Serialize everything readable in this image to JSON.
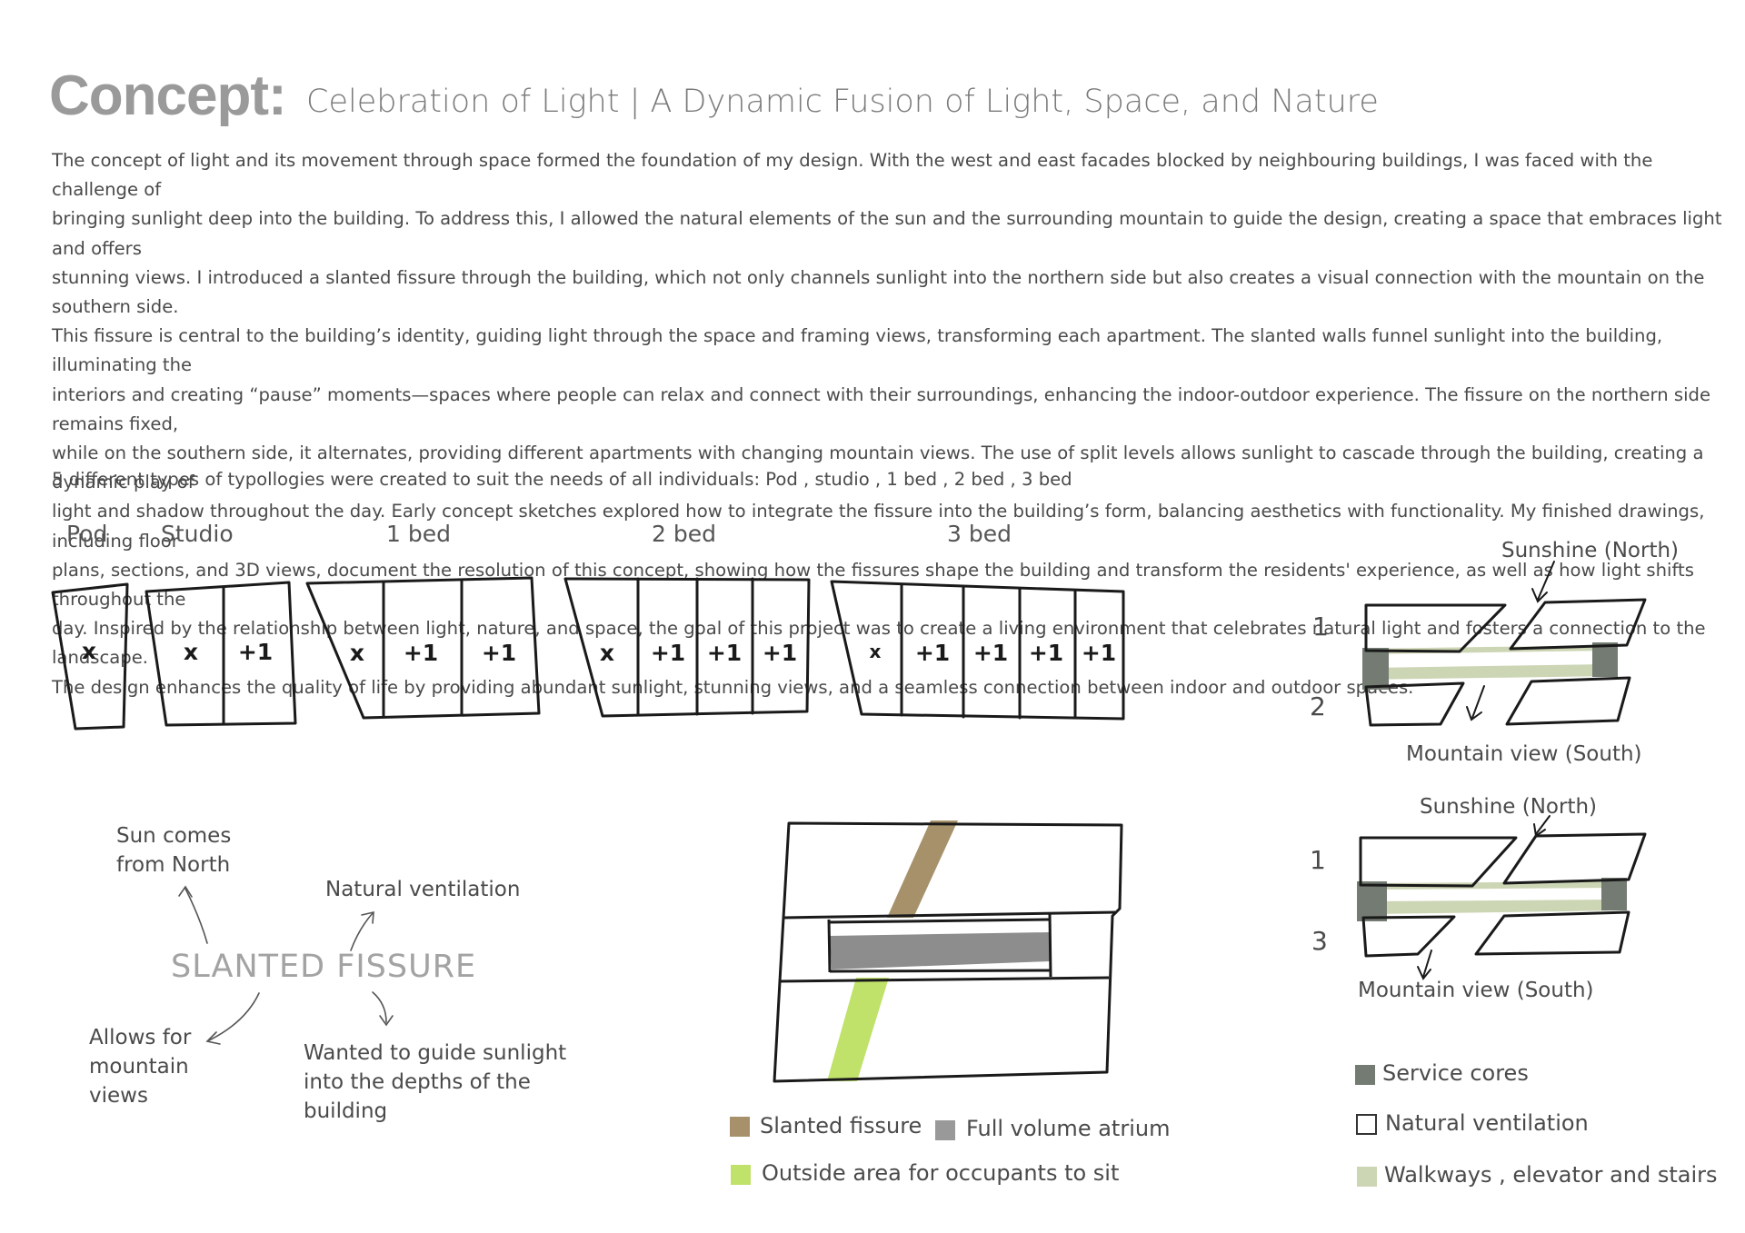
{
  "title": {
    "word": "Concept:",
    "subtitle": "Celebration of Light | A Dynamic Fusion of Light, Space, and Nature"
  },
  "body_lines": [
    "The concept of light and its movement through space formed the foundation of my design. With the west and east facades blocked by neighbouring buildings, I was faced with the challenge of",
    "bringing sunlight deep into the building. To address this, I allowed the natural elements of the sun and the surrounding mountain to guide the design, creating a space that embraces light and offers",
    "stunning views. I introduced a slanted fissure through the building, which not only channels sunlight into the northern side but also creates a visual connection with the mountain on the southern side.",
    "This fissure is central to the building’s identity, guiding light through the space and framing views, transforming each apartment. The slanted walls funnel sunlight into the building, illuminating the",
    "interiors and creating “pause” moments—spaces where people can relax and connect with their surroundings, enhancing the indoor-outdoor experience. The fissure on the northern side remains fixed,",
    "while on the southern side, it alternates, providing different apartments with changing mountain views. The use of split levels allows sunlight to cascade through the building, creating a dynamic play of",
    "light and shadow throughout the day. Early concept sketches explored how to integrate the fissure into the building’s form, balancing aesthetics with functionality. My finished drawings, including floor",
    "plans, sections, and 3D views, document the resolution of this concept, showing how the fissures shape the building and transform the residents' experience, as well as how light shifts throughout the",
    "day. Inspired by the relationship between light, nature, and space, the goal of this project was to create a living environment that celebrates natural light and fosters a connection to the landscape.",
    "The design enhances the quality of life by providing abundant sunlight, stunning views, and a seamless connection between indoor and outdoor spaces."
  ],
  "types_text": "5 different types of typollogies were created to suit the needs of all individuals: Pod ,  studio , 1 bed , 2 bed , 3 bed",
  "typologies": [
    {
      "name": "Pod",
      "cells": [
        "x"
      ]
    },
    {
      "name": "Studio",
      "cells": [
        "x",
        "+1"
      ]
    },
    {
      "name": "1 bed",
      "cells": [
        "x",
        "+1",
        "+1"
      ]
    },
    {
      "name": "2 bed",
      "cells": [
        "x",
        "+1",
        "+1",
        "+1"
      ]
    },
    {
      "name": "3 bed",
      "cells": [
        "x",
        "+1",
        "+1",
        "+1",
        "+1"
      ]
    }
  ],
  "mindmap": {
    "center": "SLANTED FISSURE",
    "sun": "Sun comes from North",
    "ventilation": "Natural ventilation",
    "mountain": "Allows for mountain views",
    "guide": "Wanted to guide sunlight into the depths of the building"
  },
  "plan_legend": [
    {
      "label": "Slanted fissure",
      "color": "#a6916a"
    },
    {
      "label": "Full volume atrium",
      "color": "#999999"
    },
    {
      "label": "Outside area for occupants to sit",
      "color": "#c0e26a"
    }
  ],
  "section_a": {
    "sun": "Sunshine (North)",
    "view": "Mountain view (South)",
    "level_top": "1",
    "level_bottom": "2"
  },
  "section_b": {
    "sun": "Sunshine (North)",
    "view": "Mountain view (South)",
    "level_top": "1",
    "level_bottom": "3"
  },
  "section_legend": [
    {
      "label": "Service cores",
      "color": "#737b73"
    },
    {
      "label": "Natural ventilation",
      "color": "#ffffff"
    },
    {
      "label": "Walkways , elevator and stairs",
      "color": "#ccd5b4"
    }
  ],
  "colors": {
    "core": "#737b73",
    "walkway": "#ccd5b4",
    "fissure": "#a6916a",
    "atrium": "#999999",
    "outdoor": "#c0e26a"
  }
}
